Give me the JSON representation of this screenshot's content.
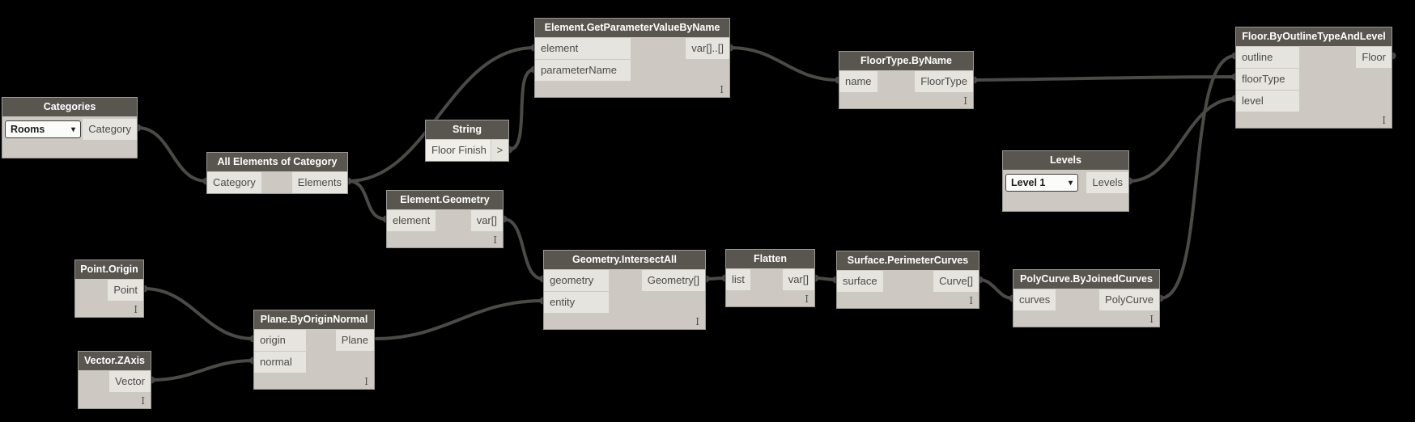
{
  "app": {
    "environment": "visual-programming-node-graph",
    "background": "#000000"
  },
  "colors": {
    "canvas_background": "#000000",
    "node_header": "#595650",
    "node_body": "#CDC9C2",
    "port_cell": "#E6E4DE",
    "wire": "#4B4A47",
    "header_text": "#FFFFFF",
    "cell_text": "#4D4B47"
  },
  "nodes": [
    {
      "title": "Categories",
      "dropdown_value": "Rooms",
      "outputs": [
        "Category"
      ],
      "lacing": ""
    },
    {
      "title": "All Elements of Category",
      "inputs": [
        "Category"
      ],
      "outputs": [
        "Elements"
      ],
      "lacing": ""
    },
    {
      "title": "String",
      "value": "Floor Finish",
      "outputs": [
        ">"
      ],
      "lacing": ""
    },
    {
      "title": "Element.GetParameterValueByName",
      "inputs": [
        "element",
        "parameterName"
      ],
      "outputs": [
        "var[]..[]"
      ],
      "lacing": "I"
    },
    {
      "title": "FloorType.ByName",
      "inputs": [
        "name"
      ],
      "outputs": [
        "FloorType"
      ],
      "lacing": "I"
    },
    {
      "title": "Floor.ByOutlineTypeAndLevel",
      "inputs": [
        "outline",
        "floorType",
        "level"
      ],
      "outputs": [
        "Floor"
      ],
      "lacing": "I"
    },
    {
      "title": "Levels",
      "dropdown_value": "Level 1",
      "outputs": [
        "Levels"
      ],
      "lacing": ""
    },
    {
      "title": "Element.Geometry",
      "inputs": [
        "element"
      ],
      "outputs": [
        "var[]"
      ],
      "lacing": "I"
    },
    {
      "title": "Geometry.IntersectAll",
      "inputs": [
        "geometry",
        "entity"
      ],
      "outputs": [
        "Geometry[]"
      ],
      "lacing": "I"
    },
    {
      "title": "Flatten",
      "inputs": [
        "list"
      ],
      "outputs": [
        "var[]"
      ],
      "lacing": "I"
    },
    {
      "title": "Surface.PerimeterCurves",
      "inputs": [
        "surface"
      ],
      "outputs": [
        "Curve[]"
      ],
      "lacing": "I"
    },
    {
      "title": "PolyCurve.ByJoinedCurves",
      "inputs": [
        "curves"
      ],
      "outputs": [
        "PolyCurve"
      ],
      "lacing": "I"
    },
    {
      "title": "Point.Origin",
      "outputs": [
        "Point"
      ],
      "lacing": "I"
    },
    {
      "title": "Plane.ByOriginNormal",
      "inputs": [
        "origin",
        "normal"
      ],
      "outputs": [
        "Plane"
      ],
      "lacing": "I"
    },
    {
      "title": "Vector.ZAxis",
      "outputs": [
        "Vector"
      ],
      "lacing": "I"
    }
  ],
  "icons": {
    "dropdown_chevron": "▾"
  },
  "connections": [
    {
      "from": "Categories.Category",
      "to": "All Elements of Category.Category"
    },
    {
      "from": "All Elements of Category.Elements",
      "to": "Element.GetParameterValueByName.element"
    },
    {
      "from": "All Elements of Category.Elements",
      "to": "Element.Geometry.element"
    },
    {
      "from": "String.>",
      "to": "Element.GetParameterValueByName.parameterName"
    },
    {
      "from": "Element.GetParameterValueByName.var[]..[]",
      "to": "FloorType.ByName.name"
    },
    {
      "from": "FloorType.ByName.FloorType",
      "to": "Floor.ByOutlineTypeAndLevel.floorType"
    },
    {
      "from": "Levels.Levels",
      "to": "Floor.ByOutlineTypeAndLevel.level"
    },
    {
      "from": "Element.Geometry.var[]",
      "to": "Geometry.IntersectAll.geometry"
    },
    {
      "from": "Plane.ByOriginNormal.Plane",
      "to": "Geometry.IntersectAll.entity"
    },
    {
      "from": "Geometry.IntersectAll.Geometry[]",
      "to": "Flatten.list"
    },
    {
      "from": "Flatten.var[]",
      "to": "Surface.PerimeterCurves.surface"
    },
    {
      "from": "Surface.PerimeterCurves.Curve[]",
      "to": "PolyCurve.ByJoinedCurves.curves"
    },
    {
      "from": "PolyCurve.ByJoinedCurves.PolyCurve",
      "to": "Floor.ByOutlineTypeAndLevel.outline"
    },
    {
      "from": "Point.Origin.Point",
      "to": "Plane.ByOriginNormal.origin"
    },
    {
      "from": "Vector.ZAxis.Vector",
      "to": "Plane.ByOriginNormal.normal"
    }
  ]
}
